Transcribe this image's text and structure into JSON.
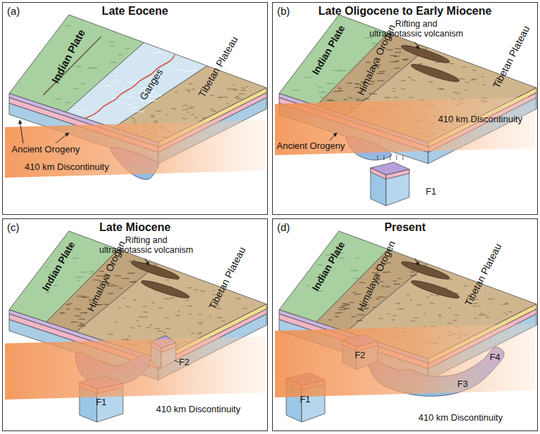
{
  "diagram": {
    "nodes": [
      {
        "text": [
          "(a)",
          "Late Eocene"
        ]
      },
      {
        "text": [
          "(b)",
          "Late Oligocene to Early Miocene"
        ]
      },
      {
        "text": [
          "(c)",
          "Late Miocene"
        ]
      },
      {
        "text": [
          "(d)",
          "Present"
        ]
      }
    ],
    "labels": [
      "Indian Plate",
      "Ganges",
      "Tibetan Plateau",
      "Ancient Orogeny",
      "410 km Discontinuity",
      "Rifting and ultra-potassic volcanism",
      "Indian Plate",
      "Himalaya Orogen",
      "Tibetan Plateau",
      "Ancient Orogeny",
      "410 km Discontinuity",
      "F1",
      "Rifting and ultra-potassic volcanism",
      "Indian Plate",
      "Himalaya Orogen",
      "Tibetan Plateau",
      "F2",
      "F1",
      "410 km Discontinuity",
      "Indian Plate",
      "Himalaya Orogen",
      "Tibetan Plateau",
      "F2",
      "F4",
      "F1",
      "F3",
      "410 km Discontinuity"
    ]
  }
}
